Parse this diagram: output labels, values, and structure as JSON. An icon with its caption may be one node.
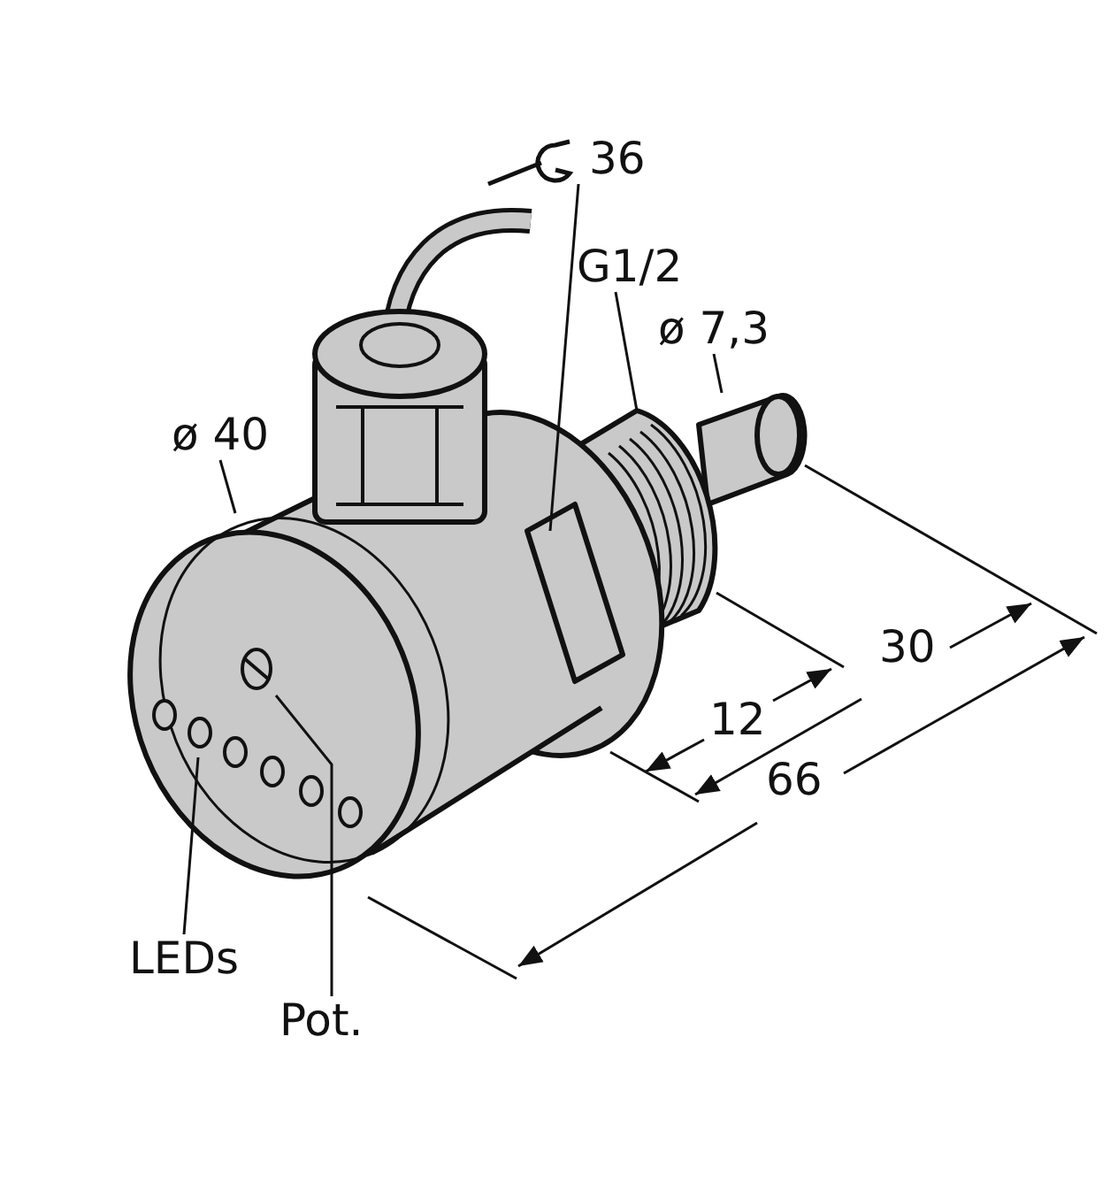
{
  "diagram": {
    "nodes": [
      {
        "text": [
          "36"
        ]
      },
      {
        "text": [
          "G1/2"
        ]
      },
      {
        "text": [
          "ø 7,3"
        ]
      },
      {
        "text": [
          "ø 40"
        ]
      },
      {
        "text": [
          "LEDs"
        ]
      },
      {
        "text": [
          "Pot."
        ]
      }
    ],
    "edges": [
      {
        "from": 0,
        "to": null,
        "arrow": "none"
      },
      {
        "from": 1,
        "to": null,
        "arrow": "none"
      },
      {
        "from": 2,
        "to": null,
        "arrow": "none"
      },
      {
        "from": 3,
        "to": null,
        "arrow": "none"
      },
      {
        "from": 4,
        "to": null,
        "arrow": "none"
      },
      {
        "from": 5,
        "to": null,
        "arrow": "none"
      }
    ],
    "labels": [
      "12",
      "30",
      "66"
    ]
  }
}
